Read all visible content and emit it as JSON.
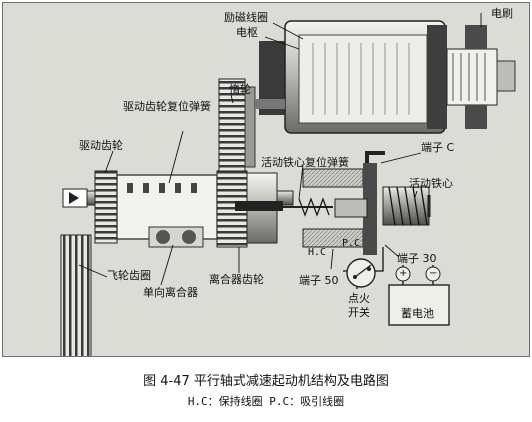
{
  "labels": {
    "field_coil": "励磁线圈",
    "brush": "电刷",
    "armature": "电枢",
    "idler": "惰轮",
    "drive_spring": "驱动齿轮复位弹簧",
    "drive_gear": "驱动齿轮",
    "terminal_c": "端子 C",
    "plunger_spring": "活动铁心复位弹簧",
    "plunger": "活动铁心",
    "flywheel": "飞轮齿圈",
    "clutch": "单向离合器",
    "clutch_gear": "离合器齿轮",
    "hc": "H.C",
    "pc": "P.C",
    "terminal_50": "端子 50",
    "terminal_30": "端子 30",
    "ignition_1": "点火",
    "ignition_2": "开关",
    "battery": "蓄电池",
    "plus": "+",
    "minus": "−"
  },
  "caption": {
    "title": "图 4-47  平行轴式减速起动机结构及电路图",
    "legend": "H.C：保持线圈   P.C：吸引线圈"
  }
}
